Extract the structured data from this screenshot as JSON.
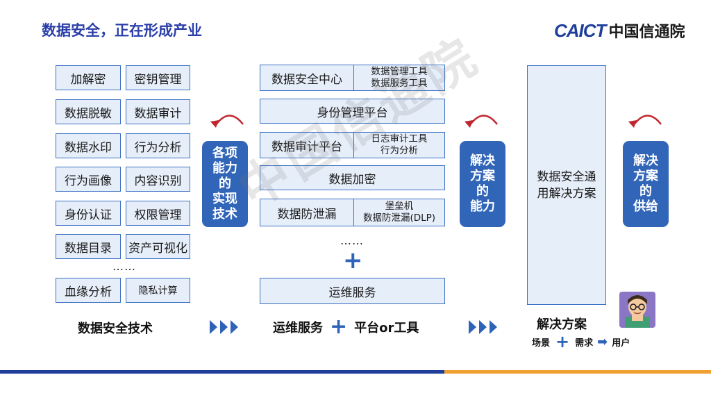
{
  "header": {
    "title": "数据安全，正在形成产业",
    "logo_en": "CAICT",
    "logo_cn": "中国信通院"
  },
  "col1": {
    "rows": [
      [
        "加解密",
        "密钥管理"
      ],
      [
        "数据脱敏",
        "数据审计"
      ],
      [
        "数据水印",
        "行为分析"
      ],
      [
        "行为画像",
        "内容识别"
      ],
      [
        "身份认证",
        "权限管理"
      ],
      [
        "数据目录",
        "资产可视化"
      ]
    ],
    "ellipsis": "……",
    "last_row": [
      "血缘分析",
      "隐私计算"
    ],
    "footer": "数据安全技术"
  },
  "badge1": "各项\n能力\n的\n实现\n技术",
  "col2": {
    "r1_main": "数据安全中心",
    "r1_sub": [
      "数据管理工具",
      "数据服务工具"
    ],
    "r2": "身份管理平台",
    "r3_main": "数据审计平台",
    "r3_sub": [
      "日志审计工具",
      "行为分析"
    ],
    "r4": "数据加密",
    "r5_main": "数据防泄漏",
    "r5_sub": [
      "堡垒机",
      "数据防泄漏(DLP)"
    ],
    "ellipsis": "……",
    "plus": "+",
    "ops": "运维服务",
    "footer_a": "运维服务",
    "footer_plus": "+",
    "footer_b": "平台or工具"
  },
  "badge2": "解决\n方案\n的\n能力",
  "col3": {
    "box": "数据安全通\n用解决方案",
    "footer": "解决方案",
    "legend": [
      "场景",
      "需求",
      "用户"
    ],
    "plus": "+",
    "arrow": "➡"
  },
  "badge3": "解决\n方案\n的\n供给",
  "watermark": "中国信通院",
  "colors": {
    "accent": "#3165b8",
    "box_fill": "#e6eef9",
    "box_border": "#3a6fc4",
    "curve_arrow": "#c0262d",
    "bar_blue": "#1f3f9a",
    "bar_orange": "#f0a030"
  }
}
